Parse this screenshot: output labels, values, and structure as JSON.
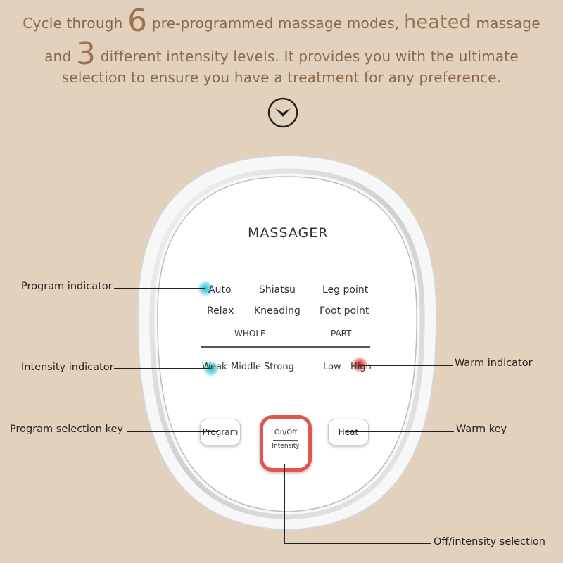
{
  "intro": {
    "line1": {
      "pre": "Cycle through ",
      "num": "6",
      "mid": " pre-programmed massage modes, ",
      "highlight": "heated",
      "post": " massage"
    },
    "line2": {
      "pre": "and ",
      "num": "3",
      "post": " different intensity levels. It provides you with the ultimate"
    },
    "line3": "selection to ensure you have a treatment for any preference."
  },
  "scroll_icon": "chevron-down-circle-icon",
  "panel": {
    "title": "MASSAGER",
    "programs": {
      "auto": "Auto",
      "shiatsu": "Shiatsu",
      "leg_point": "Leg point",
      "relax": "Relax",
      "kneading": "Kneading",
      "foot_point": "Foot point"
    },
    "group_whole": "WHOLE",
    "group_part": "PART",
    "intensity": {
      "weak": "Weak",
      "middle": "Middle",
      "strong": "Strong"
    },
    "warm": {
      "low": "Low",
      "high": "High"
    },
    "keys": {
      "program": "Program",
      "heat": "Heat",
      "power_top": "On/Off",
      "power_bottom": "Intensity"
    }
  },
  "callouts": {
    "program_indicator": "Program indicator",
    "intensity_indicator": "Intensity indicator",
    "program_key": "Program selection key",
    "warm_indicator": "Warm indicator",
    "warm_key": "Warm key",
    "power_key": "Off/intensity selection"
  },
  "colors": {
    "background": "#e2d2bd",
    "intro_text": "#8a6a4c",
    "led_active_blue": "#22c8d8",
    "led_active_red": "#d22020",
    "power_ring": "#e2554a"
  }
}
